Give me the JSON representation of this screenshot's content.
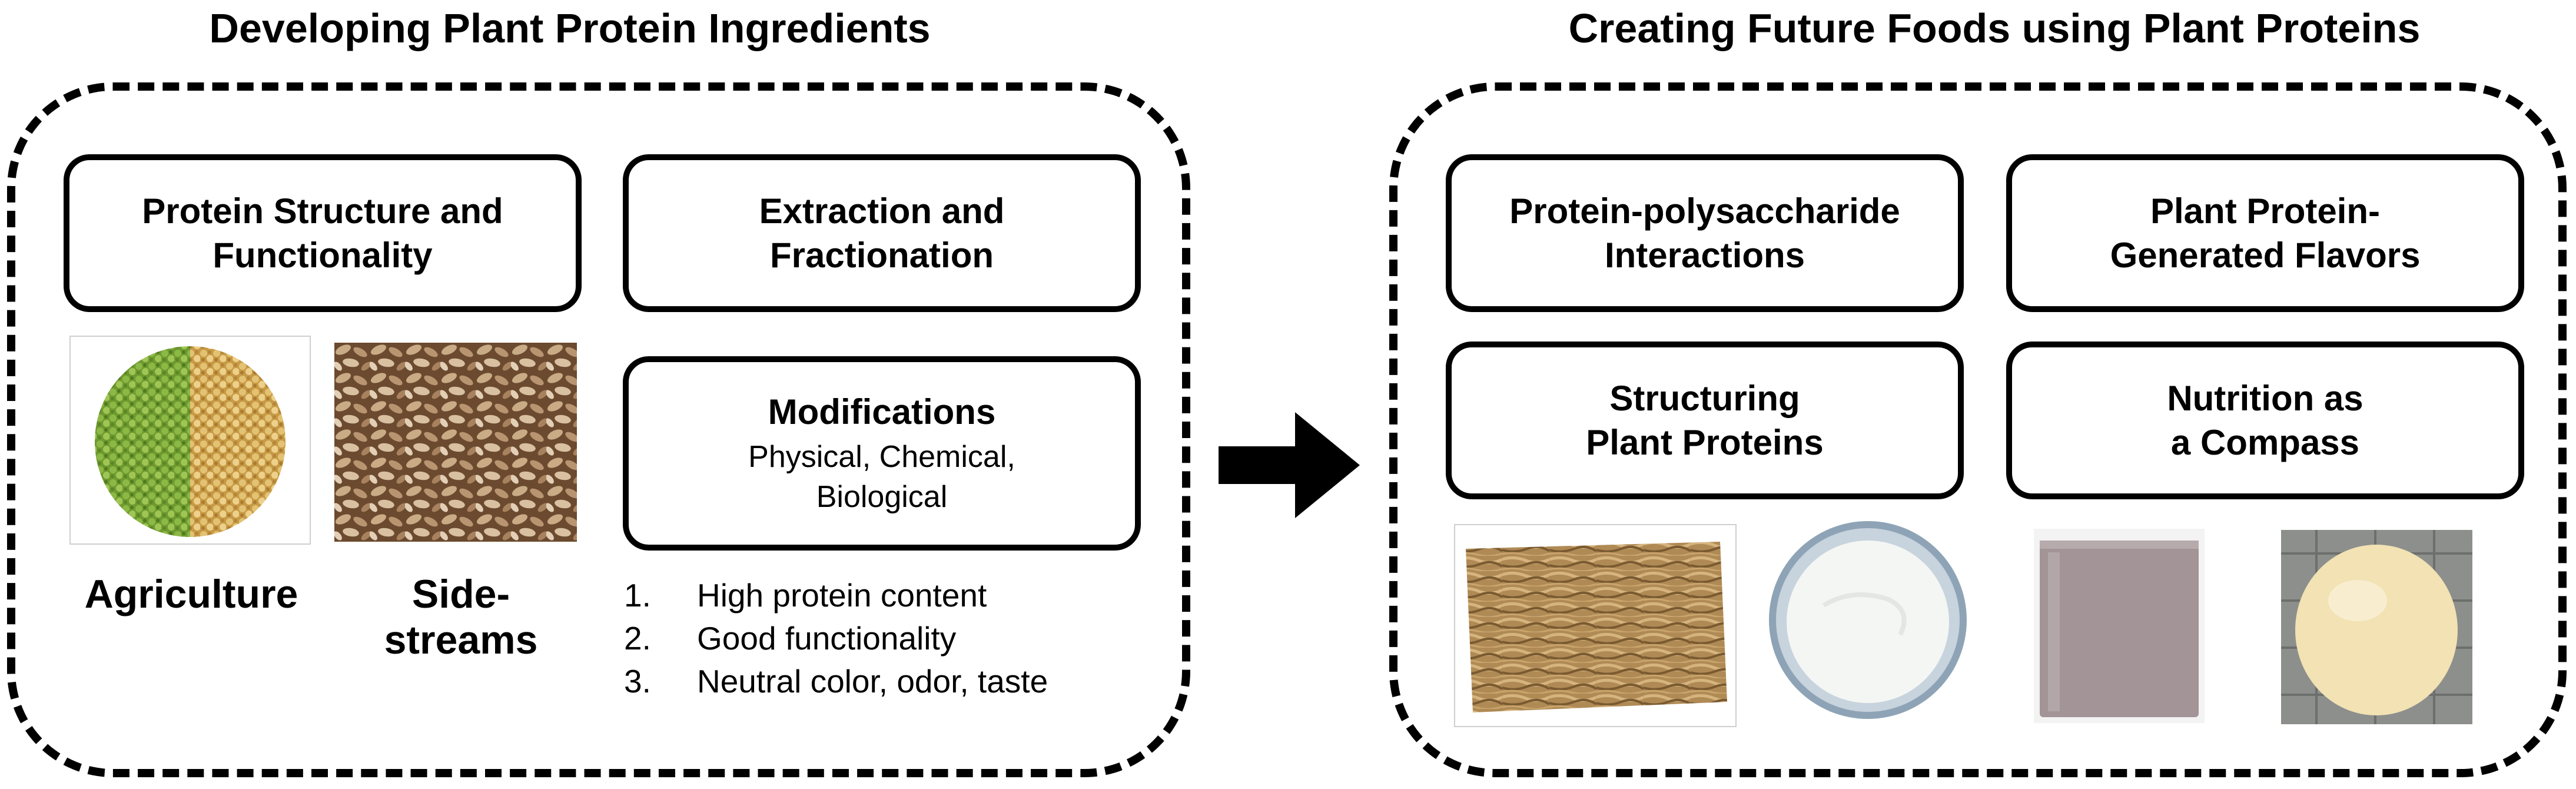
{
  "left": {
    "title": "Developing Plant Protein Ingredients",
    "boxes": {
      "structure": "Protein Structure and\nFunctionality",
      "extraction": "Extraction and\nFractionation",
      "modifications_title": "Modifications",
      "modifications_sub": "Physical, Chemical,\nBiological"
    },
    "labels": {
      "agriculture": "Agriculture",
      "sidestreams": "Side-\nstreams"
    },
    "requirements": [
      {
        "num": "1.",
        "text": "High protein content"
      },
      {
        "num": "2.",
        "text": "Good functionality"
      },
      {
        "num": "3.",
        "text": "Neutral color, odor, taste"
      }
    ]
  },
  "right": {
    "title": "Creating Future Foods using Plant Proteins",
    "boxes": {
      "interactions": "Protein-polysaccharide\nInteractions",
      "flavors": "Plant Protein-\nGenerated Flavors",
      "structuring": "Structuring\nPlant Proteins",
      "nutrition": "Nutrition as\na Compass"
    }
  },
  "colors": {
    "pea_green": "#7fa83a",
    "pea_yellow": "#d8b460",
    "texture_brown": "#b08a55",
    "yogurt_white": "#f4f6f4",
    "beverage_mauve": "#a39497",
    "cheese_cream": "#f2e2b4"
  }
}
